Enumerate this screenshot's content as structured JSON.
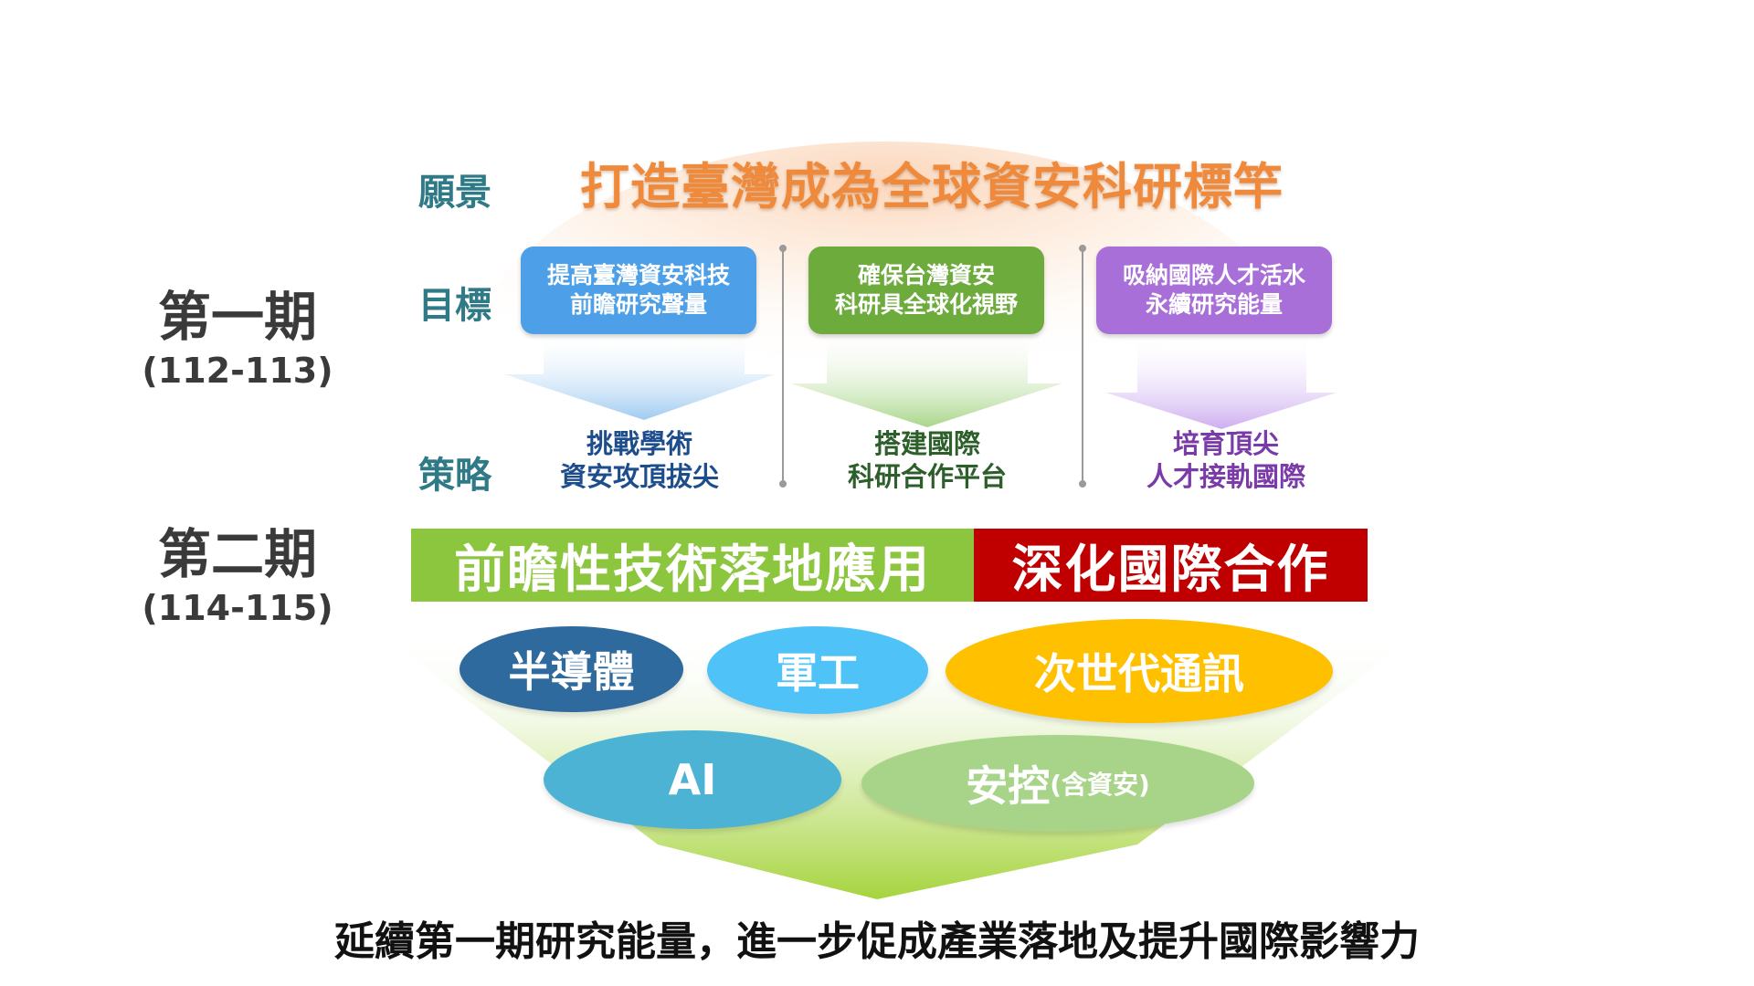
{
  "phases": [
    {
      "name": "第一期",
      "years": "(112-113)"
    },
    {
      "name": "第二期",
      "years": "(114-115)"
    }
  ],
  "labels": {
    "vision": "願景",
    "goals": "目標",
    "strategy": "策略"
  },
  "vision": "打造臺灣成為全球資安科研標竿",
  "goals": [
    {
      "line1": "提高臺灣資安科技",
      "line2": "前瞻研究聲量",
      "color": "#4da0e8"
    },
    {
      "line1": "確保台灣資安",
      "line2": "科研具全球化視野",
      "color": "#6cab3c"
    },
    {
      "line1": "吸納國際人才活水",
      "line2": "永續研究能量",
      "color": "#a96fd8"
    }
  ],
  "strategies": [
    {
      "line1": "挑戰學術",
      "line2": "資安攻頂拔尖",
      "color": "#1e4d8c"
    },
    {
      "line1": "搭建國際",
      "line2": "科研合作平台",
      "color": "#2d5f2a"
    },
    {
      "line1": "培育頂尖",
      "line2": "人才接軌國際",
      "color": "#7a3aa8"
    }
  ],
  "phase2_bars": [
    {
      "text": "前瞻性技術落地應用",
      "color": "#8cc63f"
    },
    {
      "text": "深化國際合作",
      "color": "#c00000"
    }
  ],
  "domains": [
    {
      "label": "半導體",
      "color": "#2e6a9e"
    },
    {
      "label": "軍工",
      "color": "#4fc3f7"
    },
    {
      "label": "次世代通訊",
      "color": "#ffc000"
    },
    {
      "label": "AI",
      "color": "#4db3d4"
    },
    {
      "label": "安控",
      "sub": "(含資安)",
      "color": "#a8d48a"
    }
  ],
  "conclusion": "延續第一期研究能量，進一步促成產業落地及提升國際影響力"
}
